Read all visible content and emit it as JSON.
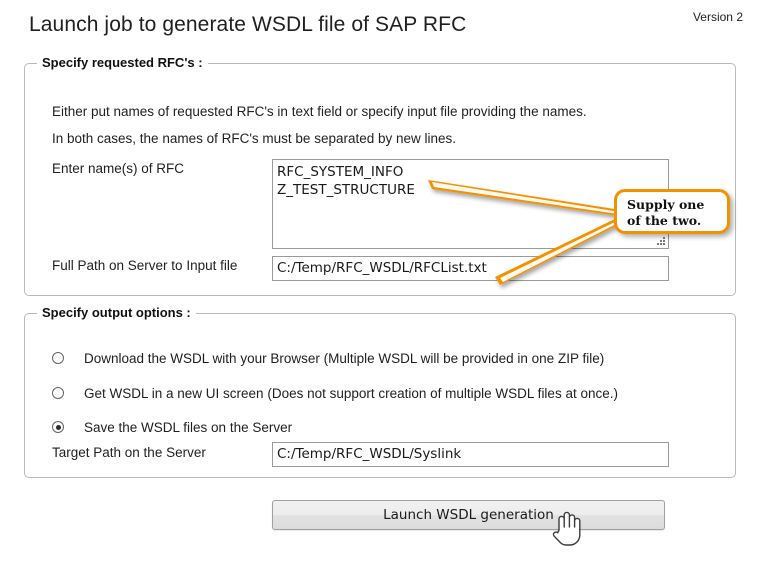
{
  "header": {
    "title": "Launch job to generate WSDL file of SAP RFC",
    "version": "Version 2"
  },
  "rfc_section": {
    "legend": "Specify requested RFC's :",
    "info_line_1": "Either put names of requested RFC's in text field or specify input file providing the names.",
    "info_line_2": "In both cases, the names of RFC's must be separated by new lines.",
    "rfc_names_label": "Enter name(s) of RFC",
    "rfc_names_value": "RFC_SYSTEM_INFO\nZ_TEST_STRUCTURE",
    "input_file_label": "Full Path on Server to Input file",
    "input_file_value": "C:/Temp/RFC_WSDL/RFCList.txt"
  },
  "output_section": {
    "legend": "Specify output options :",
    "options": [
      {
        "label": "Download the WSDL with your Browser (Multiple WSDL will be provided in one ZIP file)",
        "selected": false
      },
      {
        "label": "Get WSDL in a new UI screen (Does not support creation of multiple WSDL files at once.)",
        "selected": false
      },
      {
        "label": "Save the WSDL files on the Server",
        "selected": true
      }
    ],
    "target_path_label": "Target Path on the Server",
    "target_path_value": "C:/Temp/RFC_WSDL/Syslink"
  },
  "actions": {
    "launch_label": "Launch WSDL generation"
  },
  "annotation": {
    "callout_line_1": "Supply one",
    "callout_line_2": "of the two.",
    "accent_color": "#f39200"
  }
}
